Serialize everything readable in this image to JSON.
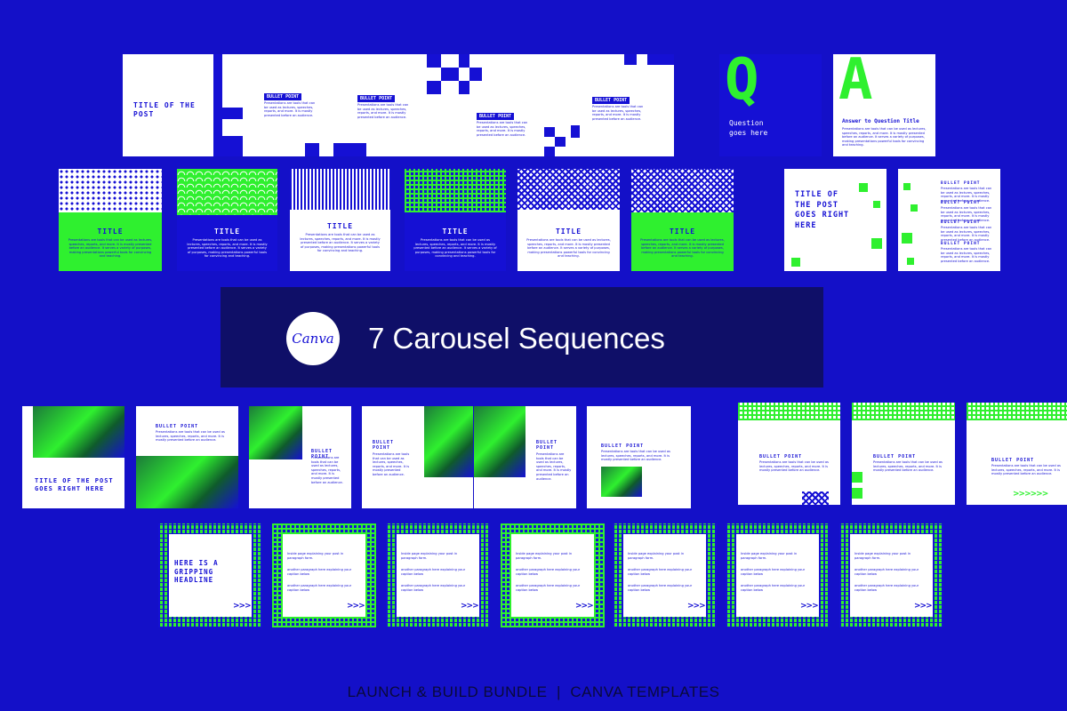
{
  "banner": {
    "logo_text": "Canva",
    "title": "7 Carousel Sequences"
  },
  "footer": {
    "text": "LAUNCH & BUILD BUNDLE  |  CANVA TEMPLATES"
  },
  "row1": {
    "title_post": "TITLE OF THE POST",
    "bullet": "BULLET POINT",
    "body": "Presentations are tools that can be used as lectures, speeches, reports, and more. It is mostly presented before an audience.",
    "q_letter": "Q",
    "a_letter": "A",
    "question": "Question goes here",
    "answer_title": "Answer to Question Title",
    "answer_body": "Presentations are tools that can be used as lectures, speeches, reports, and more. It is mostly presented before an audience. It serves a variety of purposes, making presentations powerful tools for convincing and teaching."
  },
  "row2": {
    "title": "TITLE",
    "body": "Presentations are tools that can be used as lectures, speeches, reports, and more. It is mostly presented before an audience. It serves a variety of purposes, making presentations powerful tools for convincing and teaching.",
    "big_title": "TITLE OF THE POST GOES RIGHT HERE",
    "bullet": "BULLET POINT",
    "bullet_body": "Presentations are tools that can be used as lectures, speeches, reports, and more. It is mostly presented before an audience."
  },
  "row3": {
    "title": "TITLE OF THE POST GOES RIGHT HERE",
    "bullet": "BULLET POINT",
    "body": "Presentations are tools that can be used as lectures, speeches, reports, and more. It is mostly presented before an audience."
  },
  "row4": {
    "headline": "HERE IS A GRIPPING HEADLINE",
    "arrows": ">>>",
    "p1": "Inside page explaining your post in paragraph form.",
    "p2": "another paragraph here explaining your caption below",
    "p3": "another paragraph here explaining your caption below"
  },
  "colors": {
    "background": "#1410c8",
    "blue": "#1510d4",
    "green": "#2ff02f",
    "banner": "#0f0f68"
  }
}
